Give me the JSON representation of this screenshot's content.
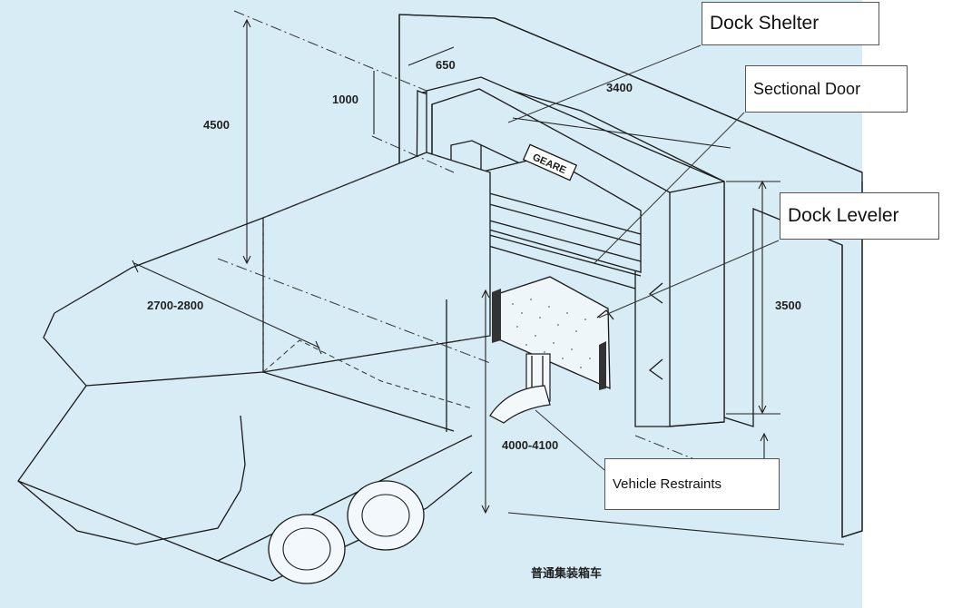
{
  "callouts": {
    "dock_shelter": "Dock Shelter",
    "sectional_door": "Sectional Door",
    "dock_leveler": "Dock Leveler",
    "vehicle_restraints": "Vehicle Restraints"
  },
  "dimensions": {
    "shelter_depth": "650",
    "top_clearance": "1000",
    "total_height": "4500",
    "shelter_width": "3400",
    "truck_width": "2700-2800",
    "door_height": "3500",
    "truck_length": "4000-4100"
  },
  "footer_label": "普通集装箱车",
  "brand_plate": "GEARE",
  "colors": {
    "background": "#d8ecf6",
    "line": "#1a1a1a",
    "wall": "#cfe6f2"
  }
}
